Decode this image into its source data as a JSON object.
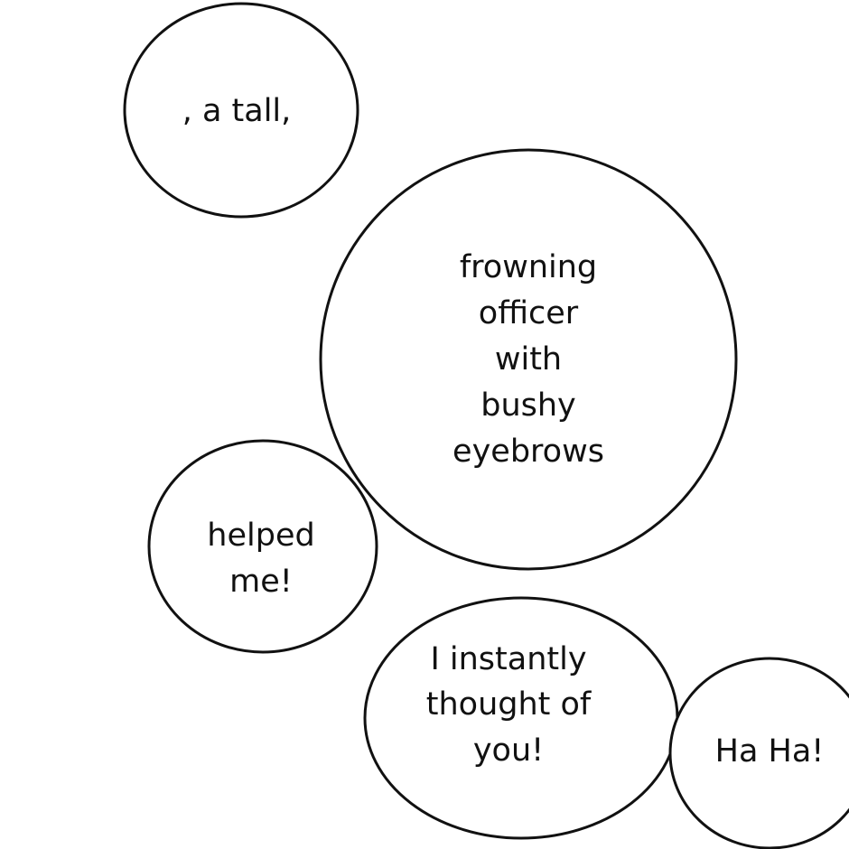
{
  "bubbles": [
    {
      "lines": [
        ", a tall,"
      ]
    },
    {
      "lines": [
        "frowning",
        "officer",
        "with",
        "bushy",
        "eyebrows"
      ]
    },
    {
      "lines": [
        "helped",
        "me!"
      ]
    },
    {
      "lines": [
        "I instantly",
        "thought of",
        "you!"
      ]
    },
    {
      "lines": [
        "Ha Ha!"
      ]
    }
  ]
}
